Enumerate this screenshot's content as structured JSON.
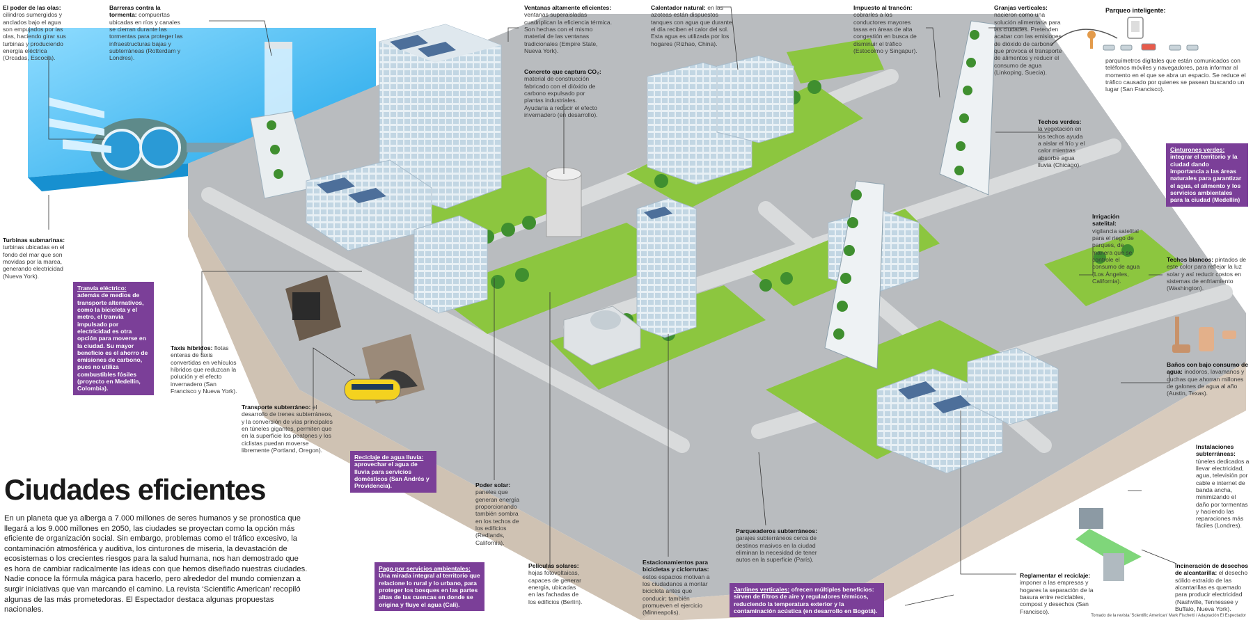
{
  "title": "Ciudades eficientes",
  "intro": "En un planeta que ya alberga a 7.000 millones de seres humanos y se pronostica que llegará a los 9.000 millones en 2050, las ciudades se proyectan como la opción más eficiente de organización social. Sin embargo, problemas como el tráfico excesivo, la contaminación atmosférica y auditiva, los cinturones de miseria, la devastación de ecosistemas o los crecientes riesgos para la salud humana, nos han demostrado que es hora de cambiar radicalmente las ideas con que hemos diseñado nuestras ciudades. Nadie conoce la fórmula mágica para hacerlo, pero alrededor del mundo comienzan a surgir iniciativas que van marcando el camino. La revista ‘Scientific American’ recopiló algunas de las más prometedoras. El Espectador destaca algunas propuestas nacionales.",
  "credit": "Tomado de la revista 'Scientific American' Mark Fischetti / Adaptación El Espectador",
  "labels": {
    "olas": {
      "t": "El poder de las olas:",
      "d": "cilindros sumergidos y anclados bajo el agua son empujados por las olas, haciendo girar sus turbinas y produciendo energía eléctrica (Orcadas, Escocia)."
    },
    "barreras": {
      "t": "Barreras contra la tormenta:",
      "d": "compuertas ubicadas en ríos y canales se cierran durante las tormentas para proteger las infraestructuras bajas y subterráneas (Rotterdam y Londres)."
    },
    "ventanas": {
      "t": "Ventanas altamente eficientes:",
      "d": "ventanas superaisladas cuadriplican la eficiencia térmica. Son hechas con el mismo material de las ventanas tradicionales (Empire State, Nueva York)."
    },
    "concreto": {
      "t": "Concreto que captura CO₂:",
      "d": "material de construcción fabricado con el dióxido de carbono expulsado por plantas industriales. Ayudaría a reducir el efecto invernadero (en desarrollo)."
    },
    "calentador": {
      "t": "Calentador natural:",
      "d": "en las azoteas están dispuestos tanques con agua que durante el día reciben el calor del sol. Esta agua es utilizada por los hogares (Rizhao, China)."
    },
    "impuesto": {
      "t": "Impuesto al trancón:",
      "d": "cobrarles a los conductores mayores tasas en áreas de alta congestión en busca de disminuir el tráfico (Estocolmo y Singapur)."
    },
    "granjas": {
      "t": "Granjas verticales:",
      "d": "nacieron como una solución alimentaria para las ciudades. Pretenden acabar con las emisiones de dióxido de carbono que provoca el transporte de alimentos y reducir el consumo de agua (Linkoping, Suecia)."
    },
    "parqueo": {
      "t": "Parqueo inteligente:",
      "d": "parquímetros digitales que están comunicados con teléfonos móviles y navegadores, para informar al momento en el que se abra un espacio. Se reduce el tráfico causado por quienes se pasean buscando un lugar (San Francisco)."
    },
    "techos_verdes": {
      "t": "Techos verdes:",
      "d": "la vegetación en los techos ayuda a aislar el frío y el calor mientras absorbe agua lluvia (Chicago)."
    },
    "turbinas": {
      "t": "Turbinas submarinas:",
      "d": "turbinas ubicadas en el fondo del mar que son movidas por la marea, generando electricidad (Nueva York)."
    },
    "irrigacion": {
      "t": "Irrigación satelital:",
      "d": "vigilancia satelital para el riego de parques, de manera que se controle el consumo de agua (Los Ángeles, California)."
    },
    "techos_blancos": {
      "t": "Techos blancos:",
      "d": "pintados de este color para reflejar la luz solar y así reducir costos en sistemas de enfriamiento (Washington)."
    },
    "taxis": {
      "t": "Taxis híbridos:",
      "d": "flotas enteras de taxis convertidas en vehículos híbridos que reduzcan la polución y el efecto invernadero (San Francisco y Nueva York)."
    },
    "banos": {
      "t": "Baños con bajo consumo de agua:",
      "d": "inodoros, lavamanos y duchas que ahorran millones de galones de agua al año (Austin, Texas)."
    },
    "subterraneo": {
      "t": "Transporte subterráneo:",
      "d": "el desarrollo de trenes subterráneos, y la conversión de vías principales en túneles gigantes, permiten que en la superficie los peatones y los ciclistas puedan moverse libremente (Portland, Oregon)."
    },
    "instalaciones": {
      "t": "Instalaciones subterráneas:",
      "d": "túneles dedicados a llevar electricidad, agua, televisión por cable e internet de banda ancha, minimizando el daño por tormentas y haciendo las reparaciones más fáciles (Londres)."
    },
    "poder_solar": {
      "t": "Poder solar:",
      "d": "paneles que generan energía proporcionando también sombra en los techos de los edificios (Redlands, California)."
    },
    "parqueaderos": {
      "t": "Parqueaderos subterráneos:",
      "d": "garajes subterráneos cerca de destinos masivos en la ciudad eliminan la necesidad de tener autos en la superficie (París)."
    },
    "peliculas": {
      "t": "Películas solares:",
      "d": "hojas fotovoltaicas, capaces de generar energía, ubicadas en las fachadas de los edificios (Berlín)."
    },
    "estacionamientos": {
      "t": "Estacionamientos para bicicletas y ciclorrutas:",
      "d": "estos espacios motivan a los ciudadanos a montar bicicleta antes que conducir; también promueven el ejercicio (Minneapolis)."
    },
    "reciclaje": {
      "t": "Reglamentar el reciclaje:",
      "d": "imponer a las empresas y hogares la separación de la basura entre reciclables, compost y desechos (San Francisco)."
    },
    "incineracion": {
      "t": "Incineración de desechos de alcantarilla:",
      "d": "el desecho sólido extraído de las alcantarillas es quemado para producir electricidad (Nashville, Tennessee y Buffalo, Nueva York)."
    }
  },
  "boxes": {
    "tranvia": {
      "t": "Tranvía eléctrico:",
      "d": "además de medios de transporte alternativos, como la bicicleta y el metro, el tranvía impulsado por electricidad es otra opción para moverse en la ciudad. Su mayor beneficio es el ahorro de emisiones de carbono, pues no utiliza combustibles fósiles (proyecto en Medellín, Colombia)."
    },
    "cinturones": {
      "t": "Cinturones verdes:",
      "d": "integrar el territorio y la ciudad dando importancia a las áreas naturales para garantizar el agua, el alimento y los servicios ambientales para la ciudad (Medellín)"
    },
    "lluvia": {
      "t": "Reciclaje de agua lluvia:",
      "d": "aprovechar el agua de lluvia para servicios domésticos (San Andrés y Providencia)."
    },
    "pago": {
      "t": "Pago por servicios ambientales:",
      "d": "Una mirada integral al territorio que relacione lo rural y lo urbano, para proteger los bosques en las partes altas de las cuencas en donde se origina y fluye el agua (Cali)."
    },
    "jardines": {
      "t": "Jardines verticales:",
      "d": "ofrecen múltiples beneficios: sirven de filtros de aire y reguladores térmicos, reduciendo la temperatura exterior y la contaminación acústica (en desarrollo en Bogotá)."
    }
  },
  "colors": {
    "purple": "#7b3f98",
    "water": "#3fb8f0",
    "grass": "#8cc63f",
    "road": "#a9abae",
    "building": "#e4edf3"
  }
}
